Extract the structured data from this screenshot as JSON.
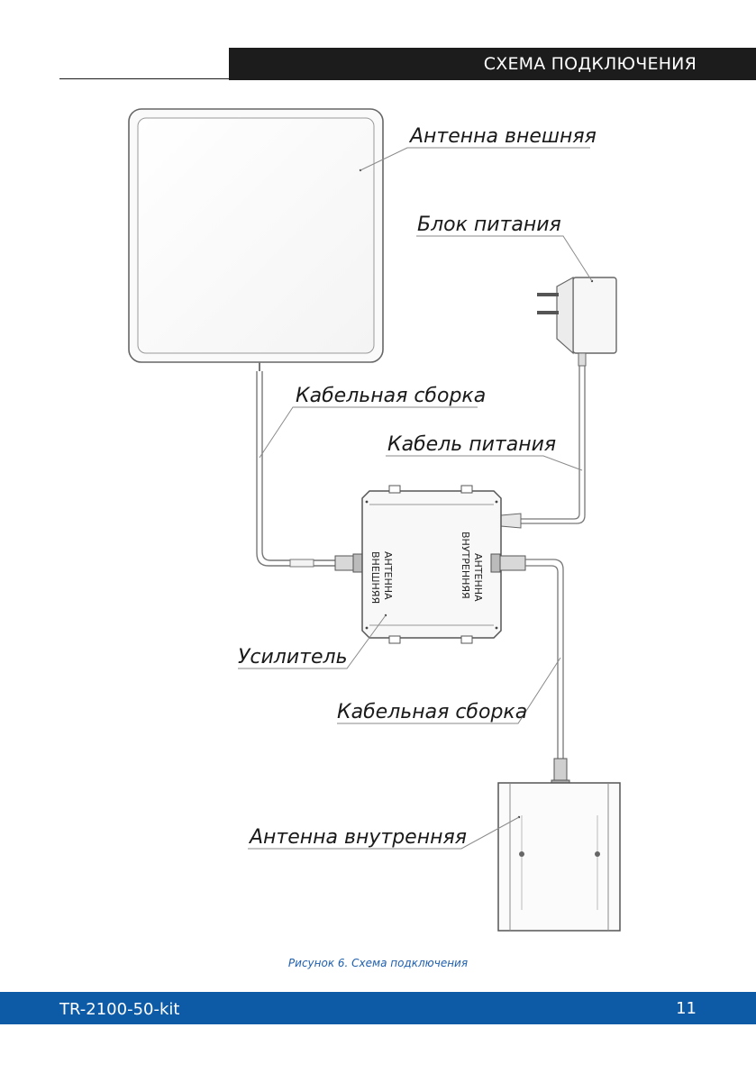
{
  "header": {
    "title": "СХЕМА ПОДКЛЮЧЕНИЯ"
  },
  "diagram": {
    "labels": {
      "outdoor_antenna": "Антенна внешняя",
      "power_supply": "Блок питания",
      "cable_assembly_top": "Кабельная сборка",
      "power_cable": "Кабель питания",
      "amplifier": "Усилитель",
      "cable_assembly_bottom": "Кабельная сборка",
      "indoor_antenna": "Антенна внутренняя"
    },
    "amplifier_ports": {
      "external_line1": "ВНЕШНЯЯ",
      "external_line2": "АНТЕННА",
      "internal_line1": "ВНУТРЕННЯЯ",
      "internal_line2": "АНТЕННА"
    }
  },
  "caption": "Рисунок 6. Схема подключения",
  "footer": {
    "model": "TR-2100-50-kit",
    "page": "11"
  },
  "colors": {
    "header_bar": "#1c1c1c",
    "footer_bar": "#0d5aa7",
    "caption": "#1f5fae"
  }
}
